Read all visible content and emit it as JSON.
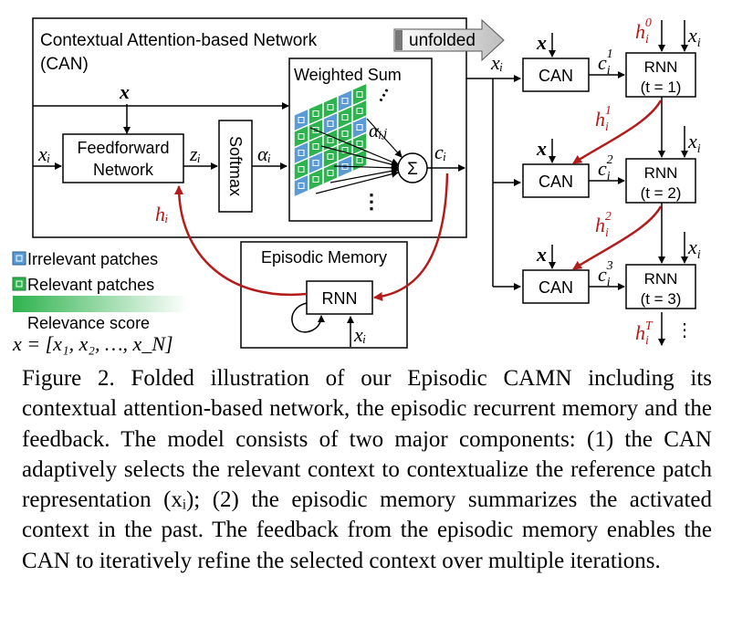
{
  "figure": {
    "can_box_title_line1": "Contextual Attention-based Network",
    "can_box_title_line2": "(CAN)",
    "unfolded_label": "unfolded",
    "weighted_sum_label": "Weighted Sum",
    "feedforward_line1": "Feedforward",
    "feedforward_line2": "Network",
    "softmax_label": "Softmax",
    "sum_symbol": "Σ",
    "episodic_memory_label": "Episodic Memory",
    "rnn_label": "RNN",
    "can_label": "CAN",
    "legend": {
      "irrelevant": "Irrelevant patches",
      "relevant": "Relevant patches",
      "relevance_score": "Relevance score"
    },
    "colors": {
      "irrelevant_patch": "#5b9bd5",
      "relevant_patch": "#2fb34e",
      "feedback_arrow": "#b41c1c",
      "arrow": "#000000"
    },
    "math": {
      "x": "x",
      "x_def": "x = [x₁, x₂, …, x_N]",
      "xi": "xᵢ",
      "zi": "zᵢ",
      "alpha_i": "αᵢ",
      "alpha_ij": "αᵢⱼ",
      "ci": "cᵢ",
      "hi": "hᵢ"
    },
    "unfolded_steps": [
      {
        "rnn_line2": "(t = 1)",
        "c_label": "1",
        "h_in": "0",
        "h_in_color": "red"
      },
      {
        "rnn_line2": "(t = 2)",
        "c_label": "2",
        "h_in": "1",
        "h_in_color": "red"
      },
      {
        "rnn_line2": "(t = 3)",
        "c_label": "3",
        "h_in": "2",
        "h_in_color": "red"
      }
    ],
    "final_h_sup": "T",
    "ellipsis": "⋮"
  },
  "caption": {
    "text": "Figure 2. Folded illustration of our Episodic CAMN including its contextual attention-based network, the episodic recurrent memory and the feedback. The model consists of two major components: (1) the CAN adaptively selects the relevant context to contextualize the reference patch representation (xᵢ); (2) the episodic memory summarizes the activated context in the past. The feedback from the episodic memory enables the CAN to iteratively refine the selected context over multiple iterations."
  }
}
